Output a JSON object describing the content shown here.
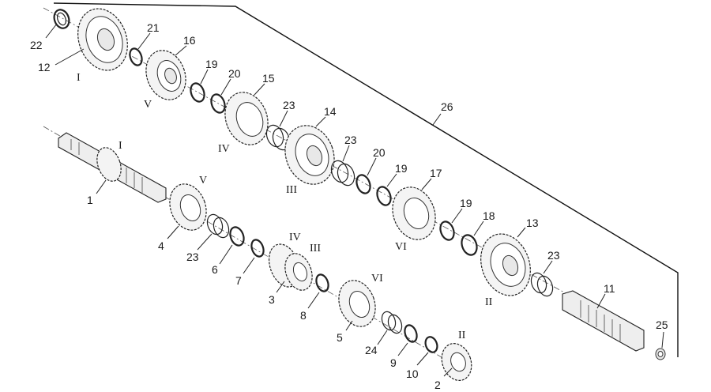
{
  "callouts": [
    {
      "id": "p22",
      "text": "22"
    },
    {
      "id": "p21",
      "text": "21"
    },
    {
      "id": "p12",
      "text": "12"
    },
    {
      "id": "p16",
      "text": "16"
    },
    {
      "id": "p19a",
      "text": "19"
    },
    {
      "id": "p20a",
      "text": "20"
    },
    {
      "id": "p15",
      "text": "15"
    },
    {
      "id": "p23a",
      "text": "23"
    },
    {
      "id": "p14",
      "text": "14"
    },
    {
      "id": "p26",
      "text": "26"
    },
    {
      "id": "p23b",
      "text": "23"
    },
    {
      "id": "p20b",
      "text": "20"
    },
    {
      "id": "p19b",
      "text": "19"
    },
    {
      "id": "p17",
      "text": "17"
    },
    {
      "id": "p19c",
      "text": "19"
    },
    {
      "id": "p18",
      "text": "18"
    },
    {
      "id": "p13",
      "text": "13"
    },
    {
      "id": "p23c",
      "text": "23"
    },
    {
      "id": "p11",
      "text": "11"
    },
    {
      "id": "p25",
      "text": "25"
    },
    {
      "id": "p1",
      "text": "1"
    },
    {
      "id": "p4",
      "text": "4"
    },
    {
      "id": "p23d",
      "text": "23"
    },
    {
      "id": "p6",
      "text": "6"
    },
    {
      "id": "p7",
      "text": "7"
    },
    {
      "id": "p3",
      "text": "3"
    },
    {
      "id": "p8",
      "text": "8"
    },
    {
      "id": "p5",
      "text": "5"
    },
    {
      "id": "p24",
      "text": "24"
    },
    {
      "id": "p9",
      "text": "9"
    },
    {
      "id": "p10",
      "text": "10"
    },
    {
      "id": "p2",
      "text": "2"
    }
  ],
  "gear_markers": [
    {
      "id": "m-i-top",
      "text": "I"
    },
    {
      "id": "m-v-top",
      "text": "V"
    },
    {
      "id": "m-iv-top",
      "text": "IV"
    },
    {
      "id": "m-iii-top",
      "text": "III"
    },
    {
      "id": "m-vi-top",
      "text": "VI"
    },
    {
      "id": "m-ii-top",
      "text": "II"
    },
    {
      "id": "m-i-shaft",
      "text": "I"
    },
    {
      "id": "m-v-low",
      "text": "V"
    },
    {
      "id": "m-iv-low",
      "text": "IV"
    },
    {
      "id": "m-iii-low",
      "text": "III"
    },
    {
      "id": "m-vi-low",
      "text": "VI"
    },
    {
      "id": "m-ii-low",
      "text": "II"
    }
  ]
}
